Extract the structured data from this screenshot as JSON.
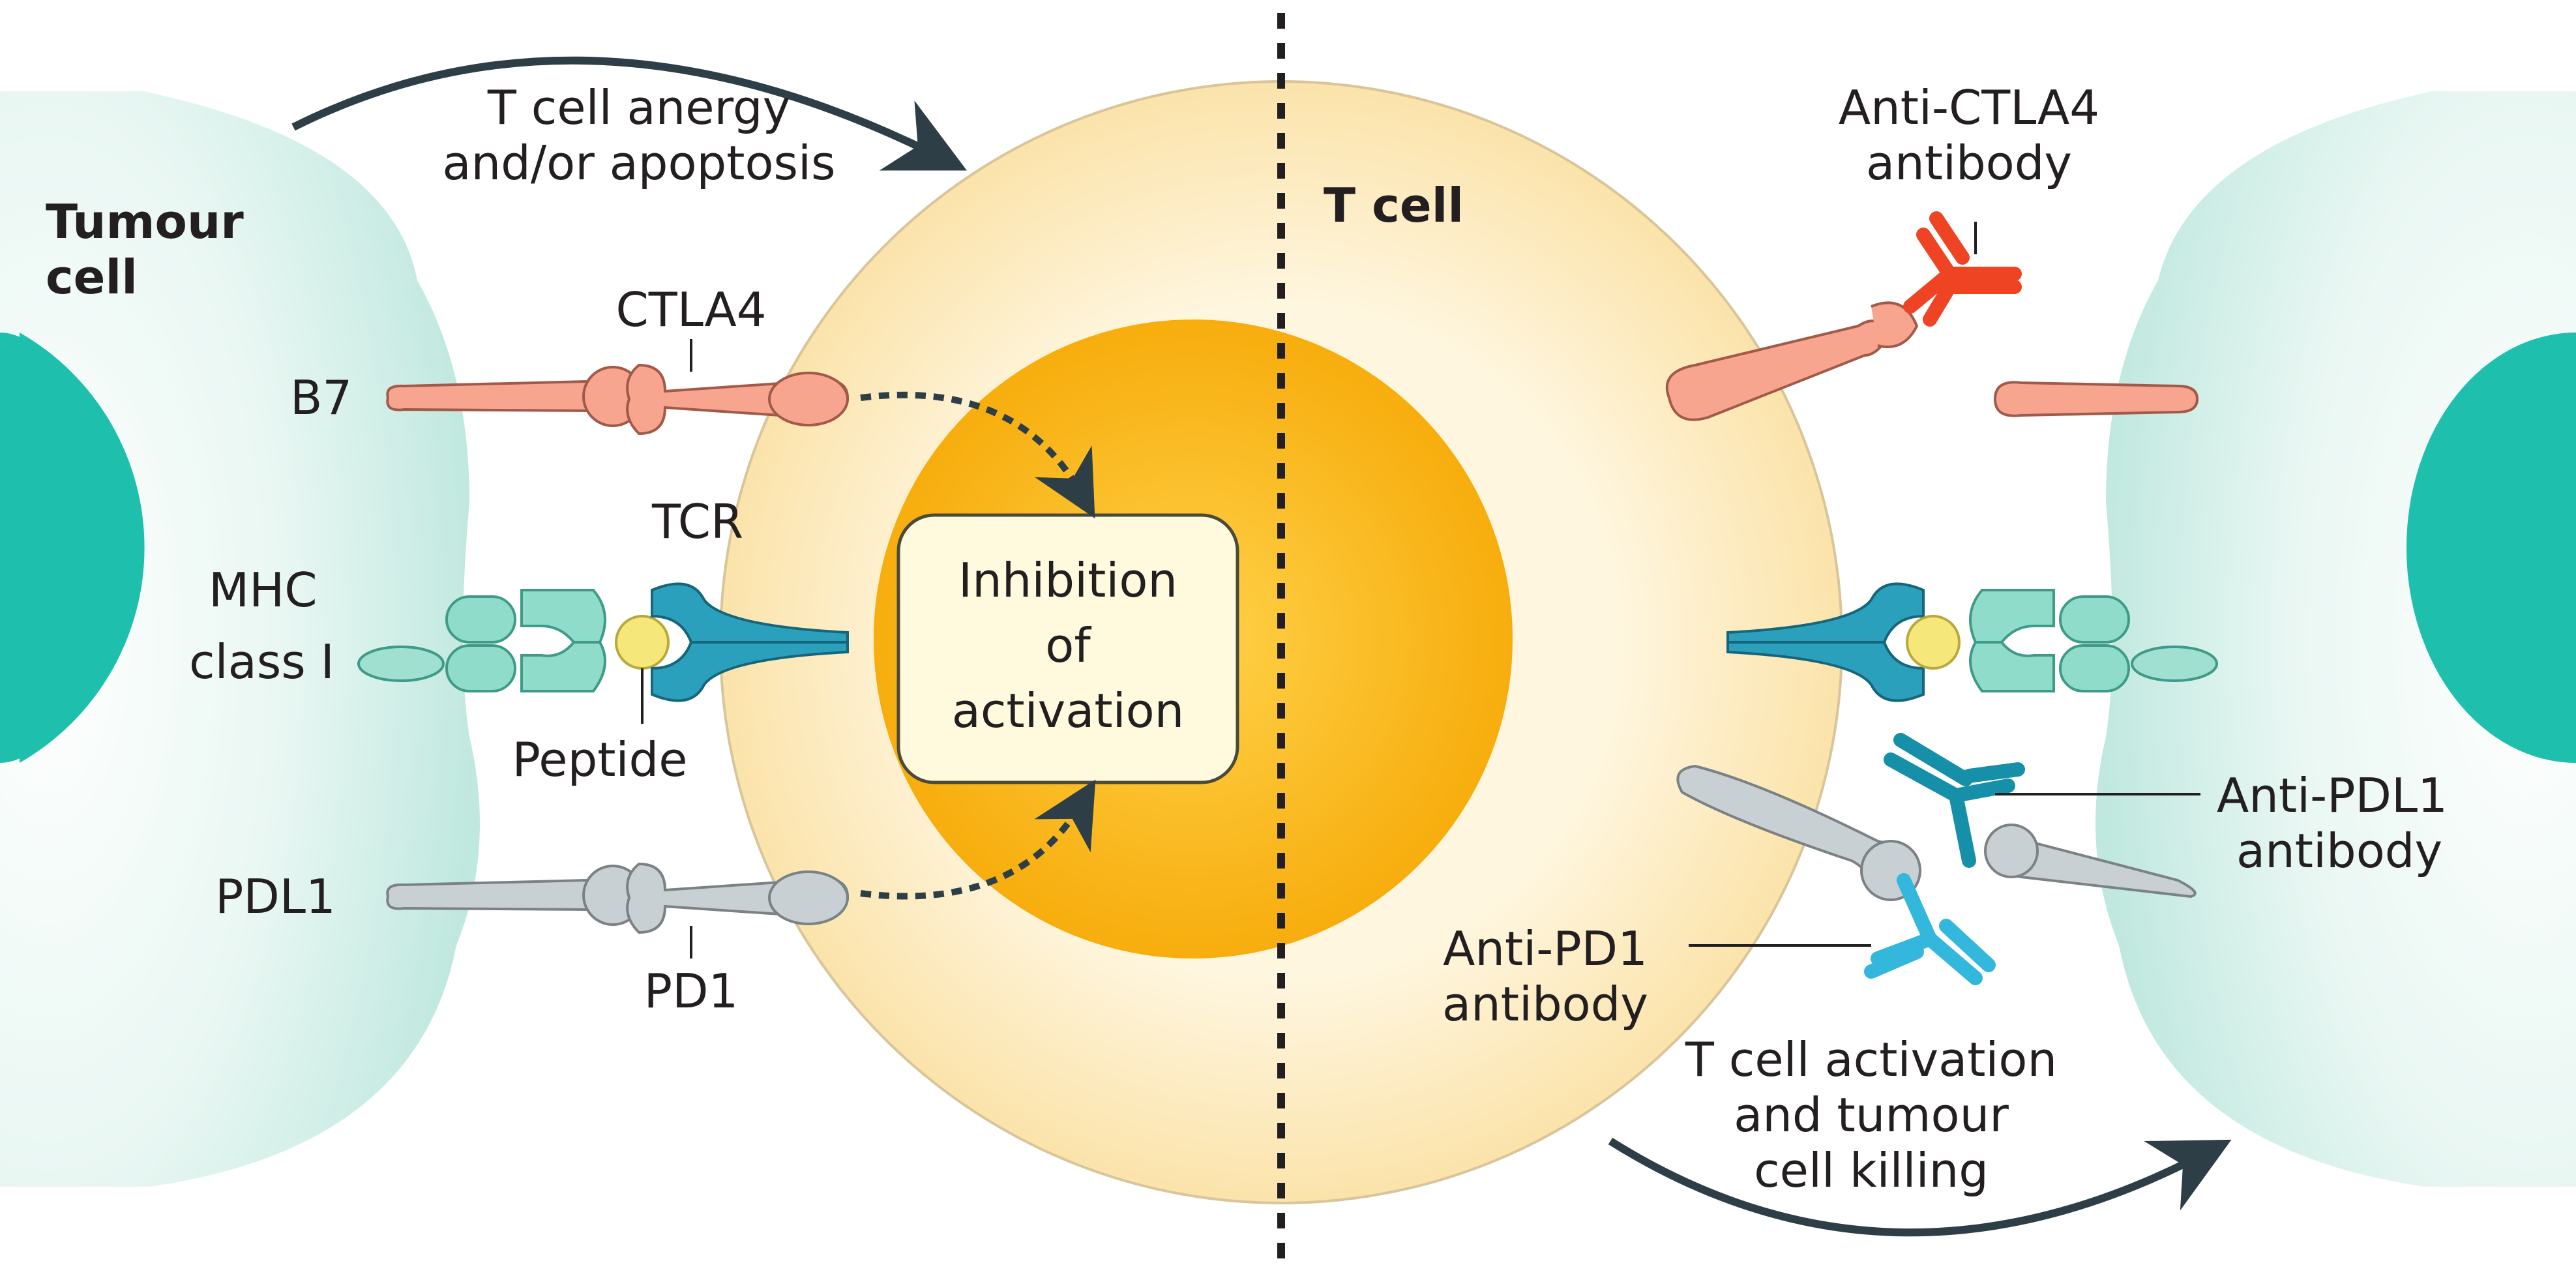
{
  "labels": {
    "anergy": [
      "T cell anergy",
      "and/or apoptosis"
    ],
    "tumour_cell": [
      "Tumour",
      "cell"
    ],
    "t_cell": "T cell",
    "ctla4": "CTLA4",
    "b7": "B7",
    "tcr": "TCR",
    "mhc": [
      "MHC",
      "class I"
    ],
    "peptide": "Peptide",
    "pdl1": "PDL1",
    "pd1": "PD1",
    "inhibition": [
      "Inhibition",
      "of",
      "activation"
    ],
    "anti_ctla4": [
      "Anti-CTLA4",
      "antibody"
    ],
    "anti_pdl1": [
      "Anti-PDL1",
      "antibody"
    ],
    "anti_pd1": [
      "Anti-PD1",
      "antibody"
    ],
    "activation": [
      "T cell activation",
      "and tumour",
      "cell killing"
    ]
  },
  "colors": {
    "tumour_cell": "#cdeee6",
    "tumour_nucleus": "#1fbfad",
    "t_cell": "#fde7b4",
    "t_cell_nucleus": "#f9b214",
    "b7_ctla4": "#f7a58f",
    "tcr": "#2aa0bd",
    "mhc": "#8fdccb",
    "peptide": "#f6e77a",
    "pd_l1": "#c9d0d3",
    "anti_ctla4_antibody": "#ee4423",
    "anti_pdl1_antibody": "#1690a8",
    "anti_pd1_antibody": "#33b7dc",
    "arrows": "#2d3e46"
  }
}
